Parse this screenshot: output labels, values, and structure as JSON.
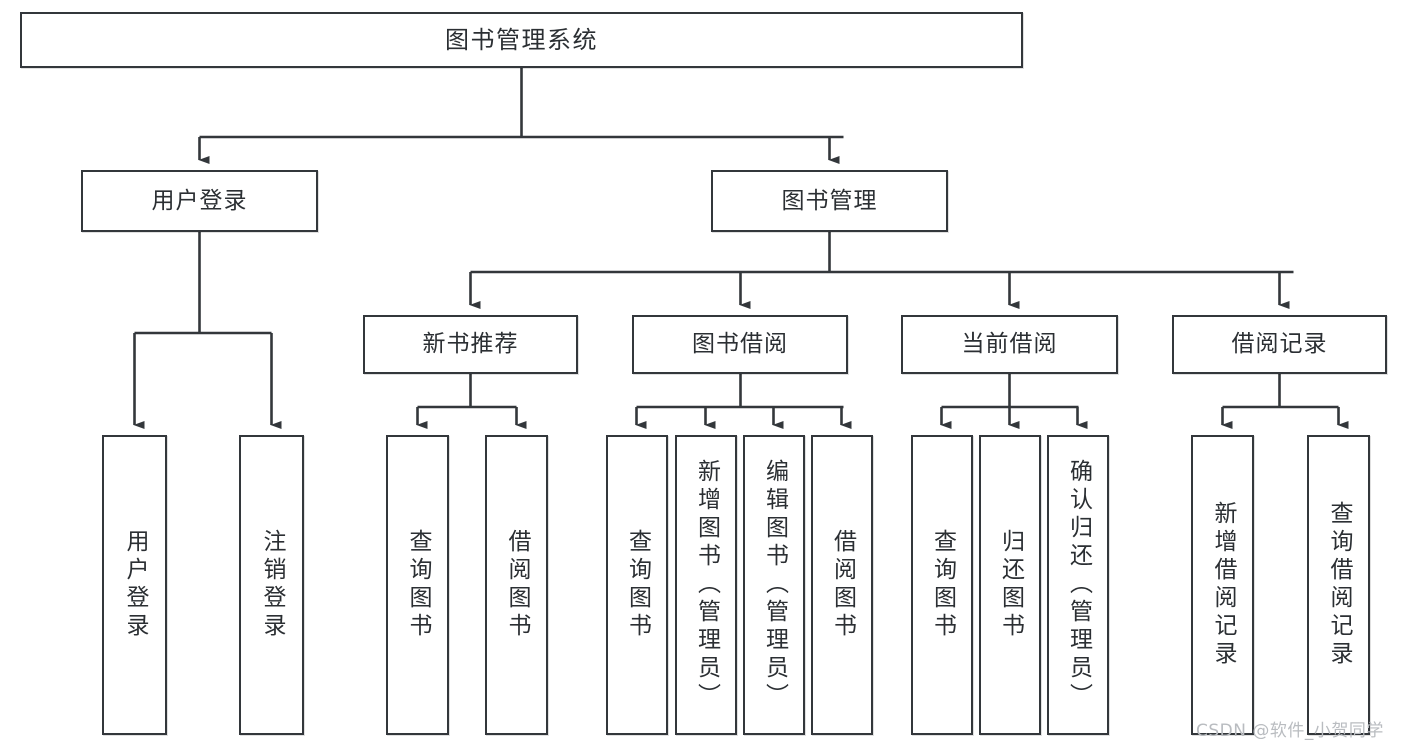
{
  "diagram": {
    "title": "图书管理系统",
    "watermark": "CSDN @软件_小贺同学",
    "stroke_color": "#33373b",
    "text_color": "#2b2f33",
    "background": "#ffffff",
    "watermark_color": "#b9bcc0"
  },
  "nodes": {
    "root": {
      "label": "图书管理系统"
    },
    "level2": [
      {
        "label": "用户登录"
      },
      {
        "label": "图书管理"
      }
    ],
    "level3": [
      {
        "label": "新书推荐"
      },
      {
        "label": "图书借阅"
      },
      {
        "label": "当前借阅"
      },
      {
        "label": "借阅记录"
      }
    ],
    "leaves_user_login": [
      {
        "label": "用户登录"
      },
      {
        "label": "注销登录"
      }
    ],
    "leaves_new_books": [
      {
        "label": "查询图书"
      },
      {
        "label": "借阅图书"
      }
    ],
    "leaves_borrow": [
      {
        "label": "查询图书"
      },
      {
        "label": "新增图书（管理员）"
      },
      {
        "label": "编辑图书（管理员）"
      },
      {
        "label": "借阅图书"
      }
    ],
    "leaves_current": [
      {
        "label": "查询图书"
      },
      {
        "label": "归还图书"
      },
      {
        "label": "确认归还（管理员）"
      }
    ],
    "leaves_records": [
      {
        "label": "新增借阅记录"
      },
      {
        "label": "查询借阅记录"
      }
    ]
  }
}
